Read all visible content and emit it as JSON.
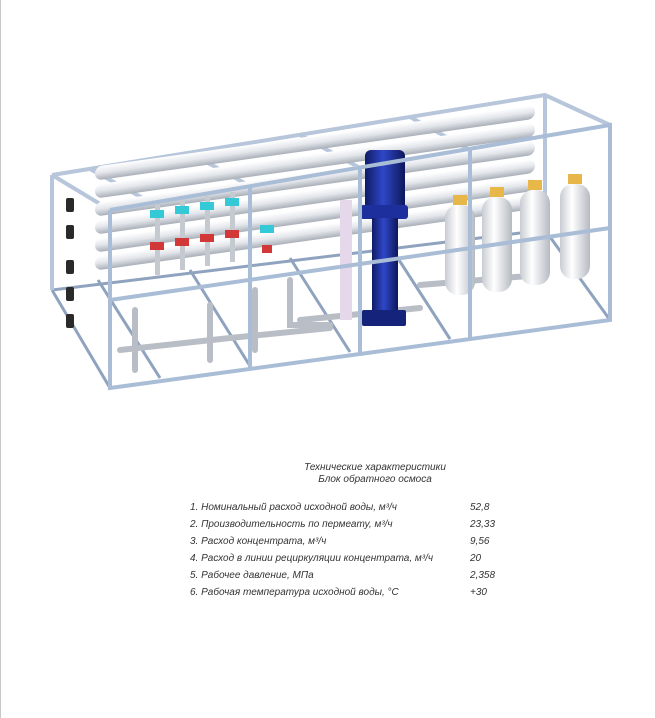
{
  "specs": {
    "title_line1": "Технические характеристики",
    "title_line2": "Блок обратного осмоса",
    "rows": [
      {
        "label": "1. Номинальный расход исходной воды, м³/ч",
        "value": "52,8"
      },
      {
        "label": "2. Производительность по пермеату, м³/ч",
        "value": "23,33"
      },
      {
        "label": "3. Расход концентрата, м³/ч",
        "value": "9,56"
      },
      {
        "label": "4. Расход в линии рециркуляции концентрата, м³/ч",
        "value": "20"
      },
      {
        "label": "5. Рабочее давление, МПа",
        "value": "2,358"
      },
      {
        "label": "6. Рабочая температура исходной воды, °С",
        "value": "+30"
      }
    ]
  },
  "colors": {
    "frame": "#a9bdd6",
    "membrane": "#e7e9ec",
    "pump": "#1c2f9c",
    "valve_cyan": "#33c9d6",
    "valve_red": "#d33838"
  }
}
